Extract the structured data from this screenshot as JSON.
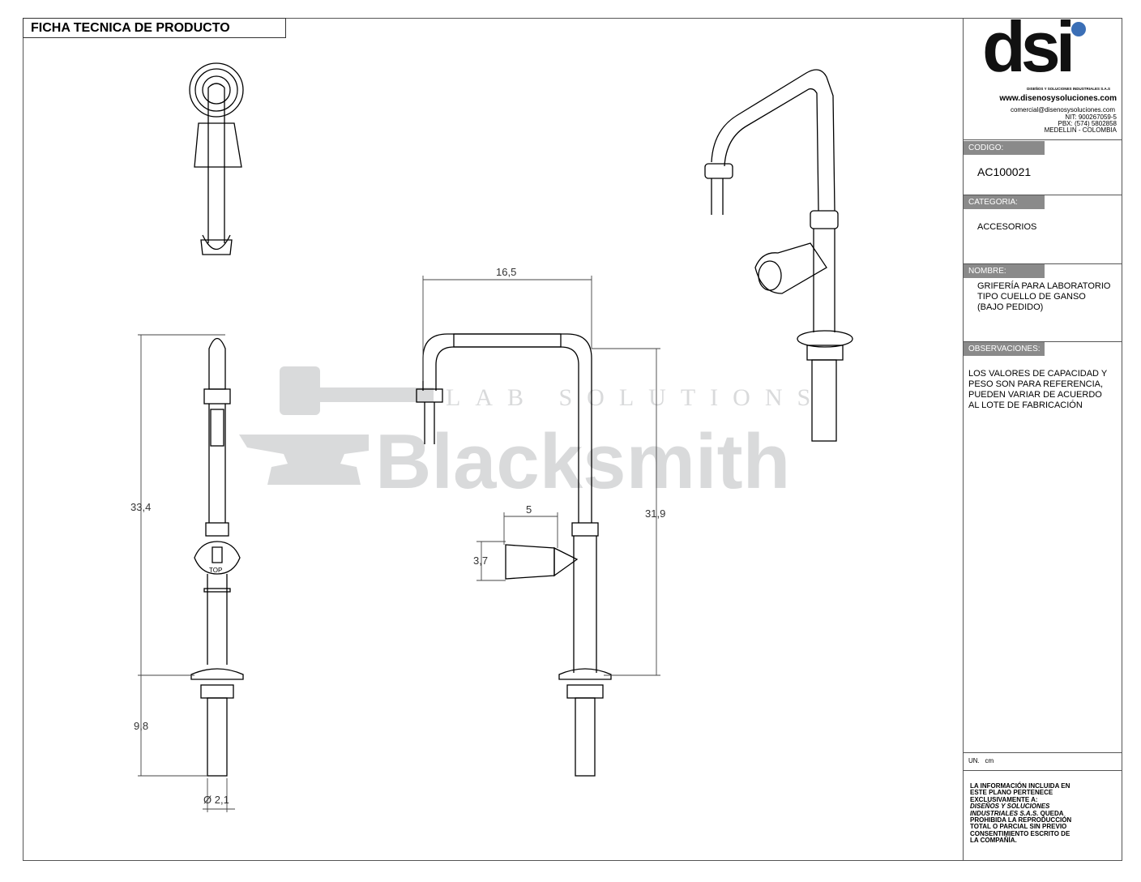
{
  "header": {
    "title": "FICHA TECNICA DE PRODUCTO"
  },
  "brand": {
    "logo_text": "dsi",
    "tagline": "DISEÑOS Y SOLUCIONES INDUSTRIALES S.A.S",
    "website": "www.disenosysoluciones.com",
    "email": "comercial@disenosysoluciones.com",
    "nit": "NIT: 900267059-5",
    "pbx": "PBX: (574) 5802858",
    "city": "MEDELLIN - COLOMBIA",
    "accent_color": "#3b6fb6"
  },
  "watermark": {
    "top_line": "LAB SOLUTIONS",
    "main": "Blacksmith"
  },
  "fields": {
    "codigo_label": "CODIGO:",
    "codigo_value": "AC100021",
    "categoria_label": "CATEGORIA:",
    "categoria_value": "ACCESORIOS",
    "nombre_label": "NOMBRE:",
    "nombre_lines": [
      "GRIFERÍA PARA LABORATORIO",
      "TIPO CUELLO DE GANSO",
      "(BAJO PEDIDO)"
    ],
    "observaciones_label": "OBSERVACIONES:",
    "observaciones_lines": [
      "LOS VALORES DE CAPACIDAD Y",
      "PESO SON PARA REFERENCIA,",
      "PUEDEN VARIAR DE ACUERDO",
      "AL LOTE DE FABRICACIÓN"
    ],
    "unit_label": "UN.",
    "unit_value": "cm"
  },
  "legal": {
    "line1": "LA INFORMACIÓN INCLUIDA EN",
    "line2": "ESTE PLANO PERTENECE",
    "line3": "EXCLUSIVAMENTE A:",
    "line4": "DISEÑOS Y SOLUCIONES",
    "line5a": "INDUSTRIALES S.A.S.",
    "line5b": " QUEDA",
    "line6": "PROHIBIDA LA REPRODUCCIÓN",
    "line7": "TOTAL O PARCIAL SIN PREVIO",
    "line8": "CONSENTIMIENTO ESCRITO DE",
    "line9": "LA COMPAÑÍA."
  },
  "dimensions": {
    "width_top": "16,5",
    "height_left": "33,4",
    "height_right": "31,9",
    "lower_left": "9,8",
    "diameter": "Ø 2,1",
    "handle_len": "5",
    "handle_h": "3,7",
    "handle_text": "TOP"
  }
}
